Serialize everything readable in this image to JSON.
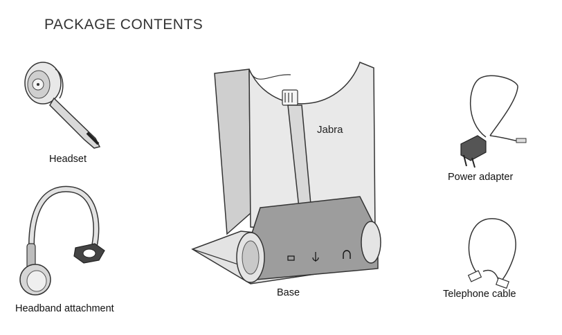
{
  "page": {
    "title": "PACKAGE CONTENTS"
  },
  "items": [
    {
      "icon": "headset-icon",
      "label": "Headset"
    },
    {
      "icon": "headband-icon",
      "label": "Headband attachment"
    },
    {
      "icon": "base-icon",
      "label": "Base",
      "brand": "Jabra"
    },
    {
      "icon": "power-adapter-icon",
      "label": "Power adapter"
    },
    {
      "icon": "telephone-cable-icon",
      "label": "Telephone cable"
    }
  ]
}
